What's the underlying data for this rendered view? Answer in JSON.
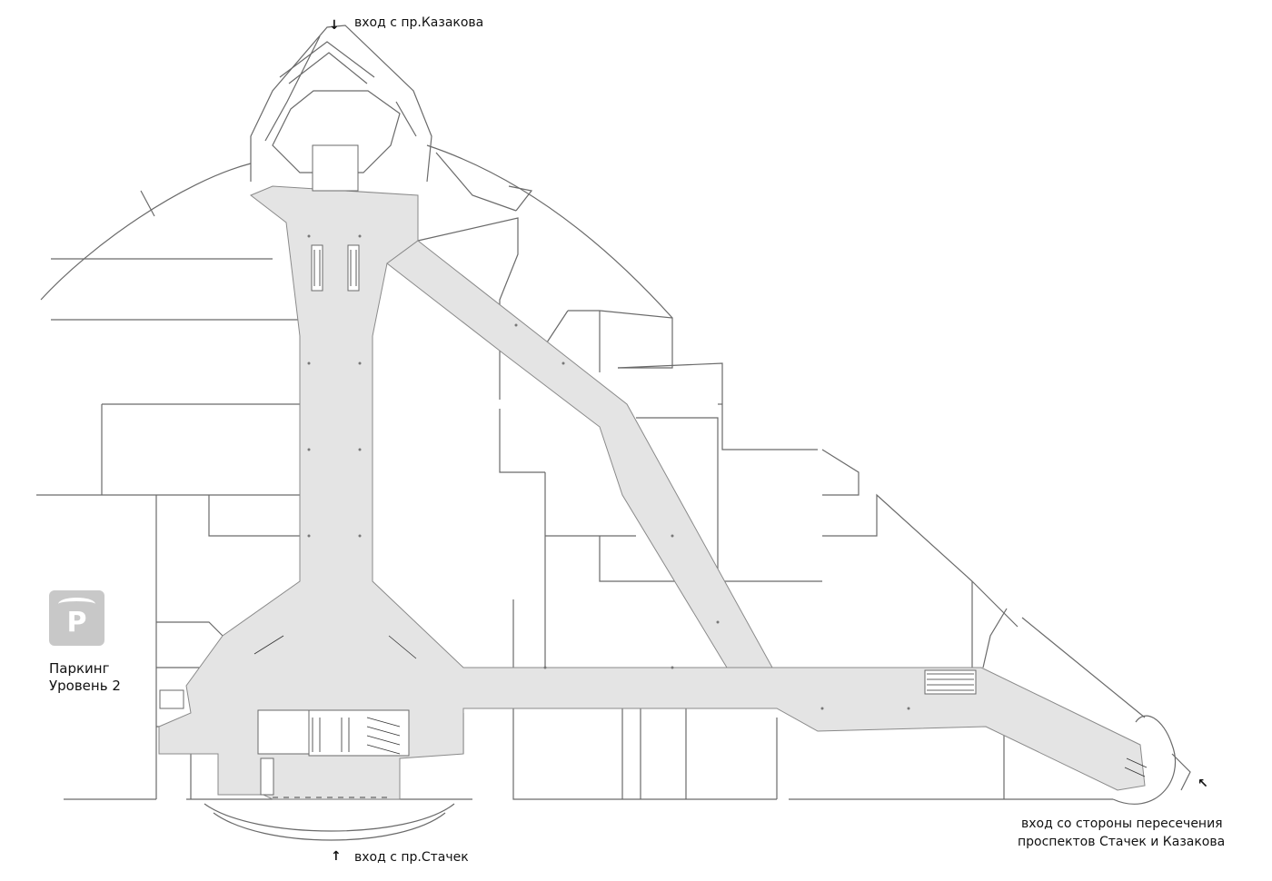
{
  "entrances": {
    "north": {
      "label": "вход с пр.Казакова",
      "arrow": "↓"
    },
    "south": {
      "label": "вход с пр.Стачек",
      "arrow": "↑"
    },
    "east": {
      "line1": "вход со стороны пересечения",
      "line2": "проспектов Стачек и Казакова",
      "arrow": "↖"
    }
  },
  "parking": {
    "icon": "parking-icon",
    "glyph": "P",
    "line1": "Паркинг",
    "line2": "Уровень 2"
  },
  "colors": {
    "corridor": "#e4e4e4",
    "walls": "#6a6a6a",
    "badge": "#c8c8c8"
  }
}
